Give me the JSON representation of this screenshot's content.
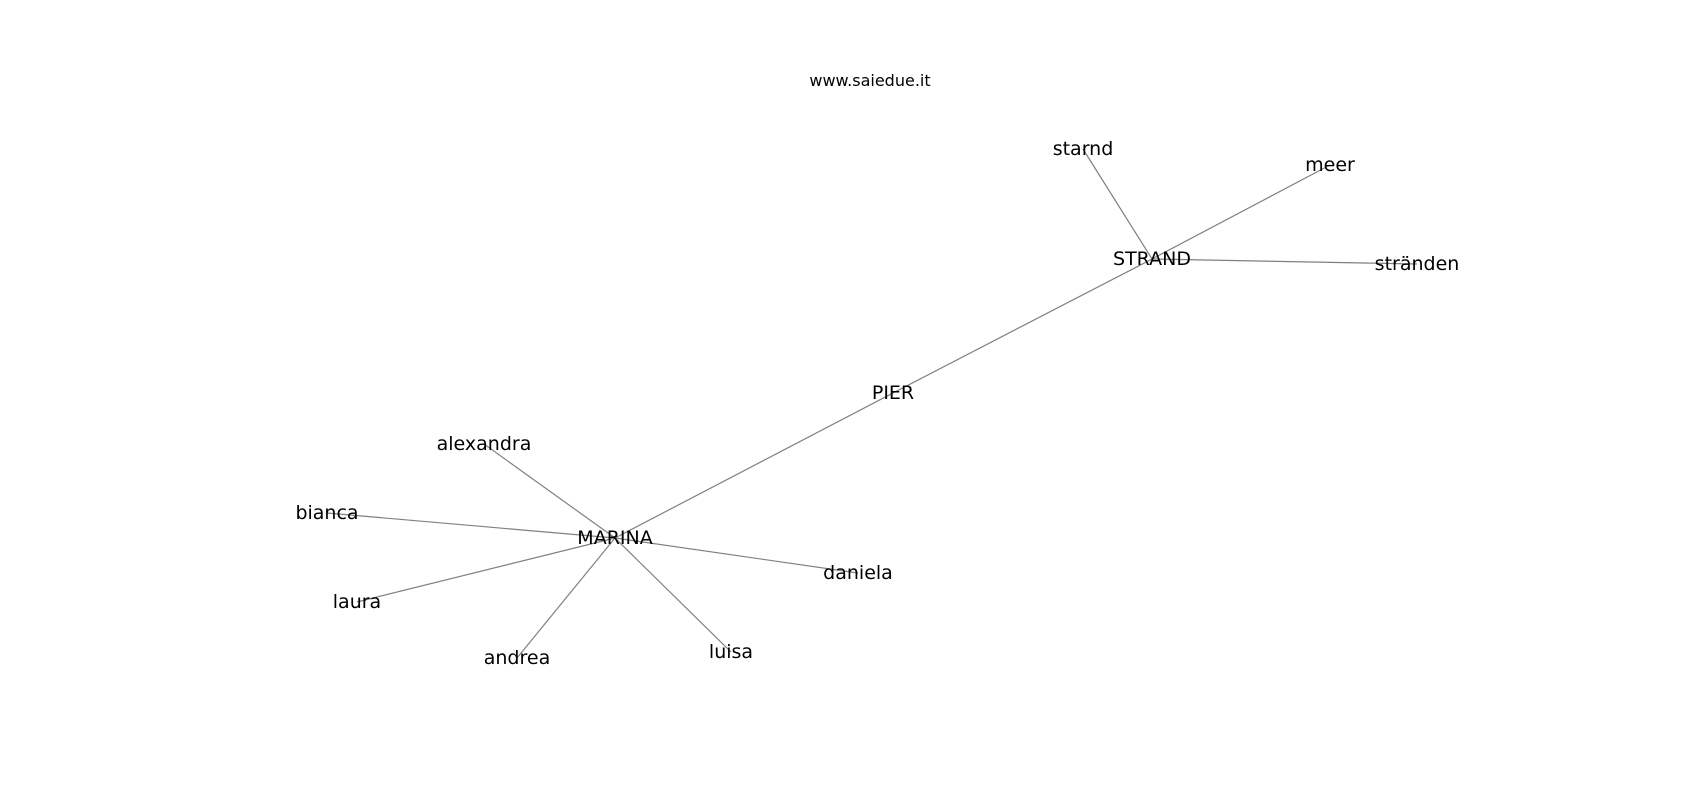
{
  "watermark": "www.saiedue.it",
  "graph": {
    "edge_color": "#808080",
    "text_color": "#000000",
    "nodes": [
      {
        "id": "PIER",
        "label": "PIER"
      },
      {
        "id": "STRAND",
        "label": "STRAND"
      },
      {
        "id": "MARINA",
        "label": "MARINA"
      },
      {
        "id": "starnd",
        "label": "starnd"
      },
      {
        "id": "meer",
        "label": "meer"
      },
      {
        "id": "stranden",
        "label": "stränden"
      },
      {
        "id": "alexandra",
        "label": "alexandra"
      },
      {
        "id": "bianca",
        "label": "bianca"
      },
      {
        "id": "laura",
        "label": "laura"
      },
      {
        "id": "andrea",
        "label": "andrea"
      },
      {
        "id": "luisa",
        "label": "luisa"
      },
      {
        "id": "daniela",
        "label": "daniela"
      }
    ],
    "edges": [
      [
        "PIER",
        "STRAND"
      ],
      [
        "PIER",
        "MARINA"
      ],
      [
        "STRAND",
        "starnd"
      ],
      [
        "STRAND",
        "meer"
      ],
      [
        "STRAND",
        "stranden"
      ],
      [
        "MARINA",
        "alexandra"
      ],
      [
        "MARINA",
        "bianca"
      ],
      [
        "MARINA",
        "laura"
      ],
      [
        "MARINA",
        "andrea"
      ],
      [
        "MARINA",
        "luisa"
      ],
      [
        "MARINA",
        "daniela"
      ]
    ]
  }
}
